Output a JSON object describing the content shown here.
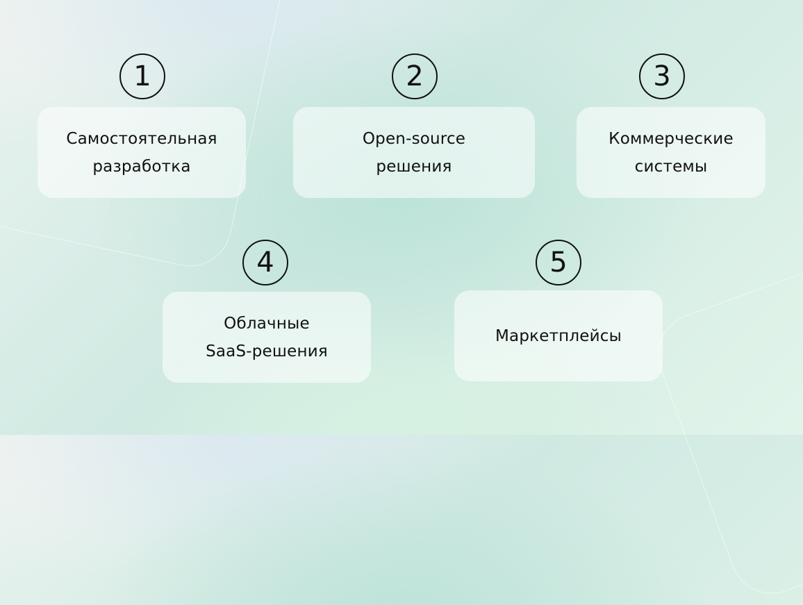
{
  "items": [
    {
      "number": "1",
      "label": "Самостоятельная\nразработка"
    },
    {
      "number": "2",
      "label": "Open-source\nрешения"
    },
    {
      "number": "3",
      "label": "Коммерческие\nсистемы"
    },
    {
      "number": "4",
      "label": "Облачные\nSaaS-решения"
    },
    {
      "number": "5",
      "label": "Маркетплейсы"
    }
  ]
}
